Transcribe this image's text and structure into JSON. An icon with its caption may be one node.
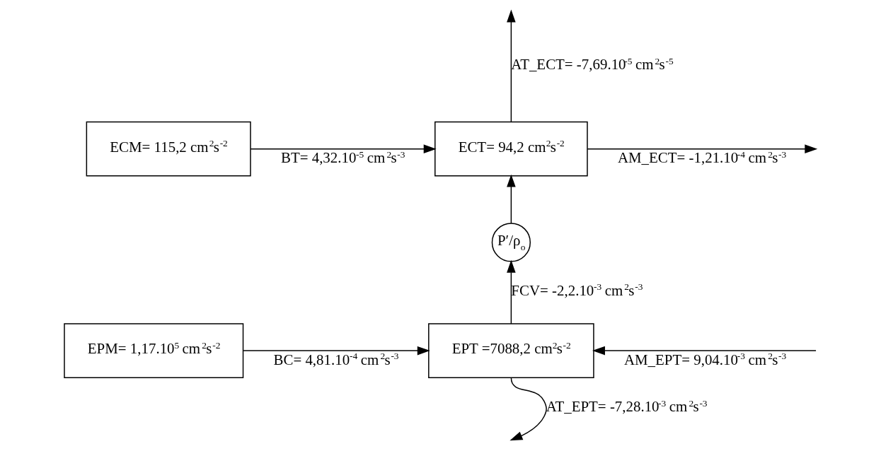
{
  "diagram": {
    "nodes": [
      {
        "text": [
          "ECM= 115,2 cm$^{2}$s$^{-2}$"
        ]
      },
      {
        "text": [
          "ECT= 94,2 cm$^{2}$s$^{-2}$"
        ]
      },
      {
        "text": [
          "P′/ρ$_{o}$"
        ]
      },
      {
        "text": [
          "EPM= 1,17.10$^{5}$ cm$^{2}$s$^{-2}$"
        ]
      },
      {
        "text": [
          "EPT =7088,2 cm$^{2}$s$^{-2}$"
        ]
      }
    ],
    "edges": [
      {
        "from": 0,
        "to": 1,
        "arrow": "to",
        "label": "BT= 4,32.10$^{-5}$ cm$^{2}$s$^{-3}$"
      },
      {
        "from": 1,
        "to": null,
        "arrow": "to",
        "label": "AM_ECT= -1,21.10$^{-4}$ cm$^{2}$s$^{-3}$"
      },
      {
        "from": 1,
        "to": null,
        "arrow": "to",
        "label": "AT_ECT= -7,69.10$^{-5}$ cm$^{2}$s$^{-5}$"
      },
      {
        "from": 2,
        "to": 1,
        "arrow": "to"
      },
      {
        "from": 4,
        "to": 2,
        "arrow": "to",
        "label": "FCV= -2,2.10$^{-3}$ cm$^{2}$s$^{-3}$"
      },
      {
        "from": 3,
        "to": 4,
        "arrow": "to",
        "label": "BC= 4,81.10$^{-4}$ cm$^{2}$s$^{-3}$"
      },
      {
        "from": null,
        "to": 4,
        "arrow": "to",
        "label": "AM_EPT= 9,04.10$^{-3}$ cm$^{2}$s$^{-3}$"
      },
      {
        "from": 4,
        "to": null,
        "arrow": "to",
        "label": "AT_EPT= -7,28.10$^{-3}$ cm$^{2}$s$^{-3}$"
      }
    ]
  }
}
